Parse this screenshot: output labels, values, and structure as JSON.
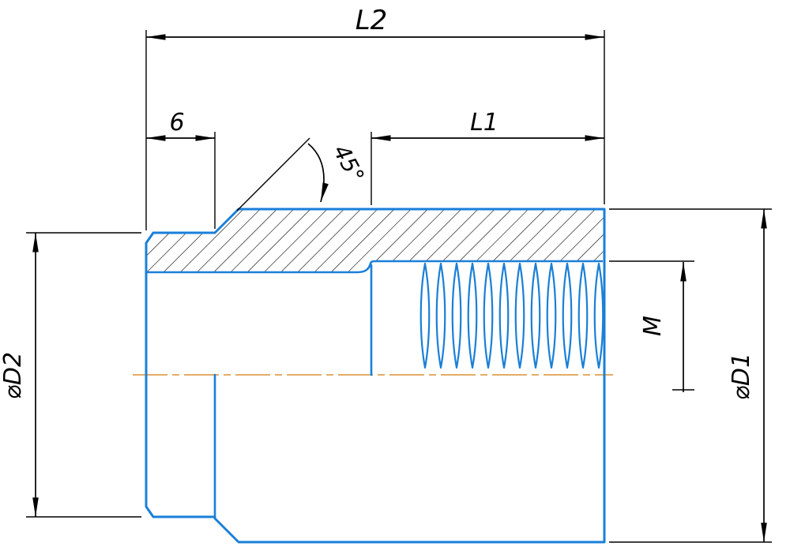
{
  "drawing": {
    "labels": {
      "length_overall": "L2",
      "length_thread": "L1",
      "collar_width": "6",
      "chamfer_angle": "45°",
      "thread_designation": "M",
      "outer_diameter": "⌀D1",
      "collar_diameter": "⌀D2"
    },
    "colors": {
      "part": "#1a7fd8",
      "dimension": "#000000",
      "centerline": "#e0a050"
    }
  }
}
